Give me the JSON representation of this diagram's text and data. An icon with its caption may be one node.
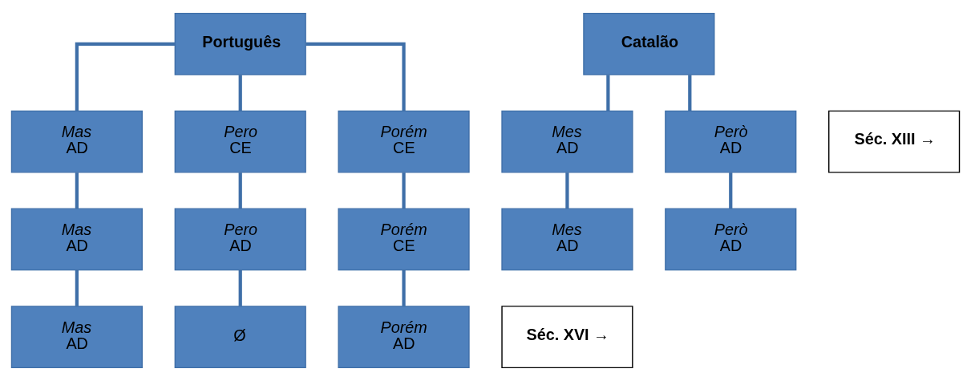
{
  "diagram": {
    "nodes": [
      {
        "text": [
          "Português"
        ]
      },
      {
        "text": [
          "Mas",
          "AD"
        ]
      },
      {
        "text": [
          "Pero",
          "CE"
        ]
      },
      {
        "text": [
          "Porém",
          "CE"
        ]
      },
      {
        "text": [
          "Mas",
          "AD"
        ]
      },
      {
        "text": [
          "Pero",
          "AD"
        ]
      },
      {
        "text": [
          "Porém",
          "CE"
        ]
      },
      {
        "text": [
          "Mas",
          "AD"
        ]
      },
      {
        "text": [
          "Ø"
        ]
      },
      {
        "text": [
          "Porém",
          "AD"
        ]
      },
      {
        "text": [
          "Catalão"
        ]
      },
      {
        "text": [
          "Mes",
          "AD"
        ]
      },
      {
        "text": [
          "Però",
          "AD"
        ]
      },
      {
        "text": [
          "Mes",
          "AD"
        ]
      },
      {
        "text": [
          "Però",
          "AD"
        ]
      },
      {
        "text": [
          "Séc. XIII →"
        ]
      },
      {
        "text": [
          "Séc. XVI →"
        ]
      }
    ],
    "edges": [
      {
        "from": 0,
        "to": 1,
        "arrow": "none"
      },
      {
        "from": 0,
        "to": 2,
        "arrow": "none"
      },
      {
        "from": 0,
        "to": 3,
        "arrow": "none"
      },
      {
        "from": 1,
        "to": 4,
        "arrow": "none"
      },
      {
        "from": 2,
        "to": 5,
        "arrow": "none"
      },
      {
        "from": 3,
        "to": 6,
        "arrow": "none"
      },
      {
        "from": 4,
        "to": 7,
        "arrow": "none"
      },
      {
        "from": 5,
        "to": 8,
        "arrow": "none"
      },
      {
        "from": 6,
        "to": 9,
        "arrow": "none"
      },
      {
        "from": 10,
        "to": 11,
        "arrow": "none"
      },
      {
        "from": 10,
        "to": 12,
        "arrow": "none"
      },
      {
        "from": 11,
        "to": 13,
        "arrow": "none"
      },
      {
        "from": 12,
        "to": 14,
        "arrow": "none"
      }
    ]
  }
}
